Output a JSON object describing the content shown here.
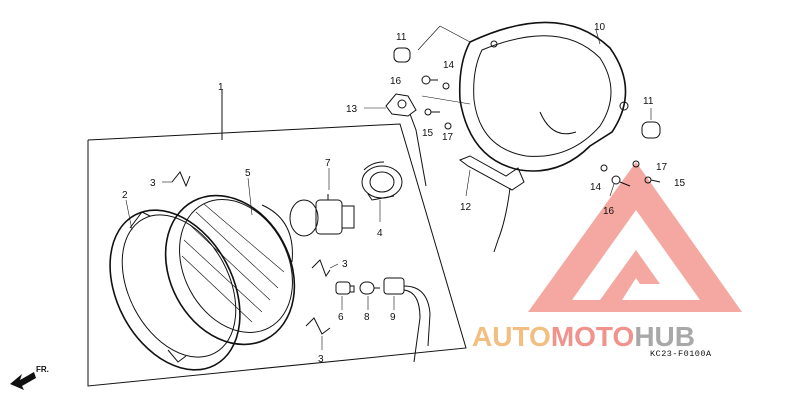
{
  "callouts": [
    {
      "id": "c1",
      "text": "1"
    },
    {
      "id": "c2",
      "text": "2"
    },
    {
      "id": "c3a",
      "text": "3"
    },
    {
      "id": "c3b",
      "text": "3"
    },
    {
      "id": "c3c",
      "text": "3"
    },
    {
      "id": "c4",
      "text": "4"
    },
    {
      "id": "c5",
      "text": "5"
    },
    {
      "id": "c6",
      "text": "6"
    },
    {
      "id": "c7",
      "text": "7"
    },
    {
      "id": "c8",
      "text": "8"
    },
    {
      "id": "c9",
      "text": "9"
    },
    {
      "id": "c10",
      "text": "10"
    },
    {
      "id": "c11a",
      "text": "11"
    },
    {
      "id": "c11b",
      "text": "11"
    },
    {
      "id": "c12",
      "text": "12"
    },
    {
      "id": "c13",
      "text": "13"
    },
    {
      "id": "c14a",
      "text": "14"
    },
    {
      "id": "c14b",
      "text": "14"
    },
    {
      "id": "c15a",
      "text": "15"
    },
    {
      "id": "c15b",
      "text": "15"
    },
    {
      "id": "c16a",
      "text": "16"
    },
    {
      "id": "c16b",
      "text": "16"
    },
    {
      "id": "c17a",
      "text": "17"
    },
    {
      "id": "c17b",
      "text": "17"
    }
  ],
  "diagram_code": "KC23-F0100A",
  "direction_label": "FR.",
  "watermark": {
    "part1": "AUTO",
    "part2": "MOTO",
    "part3": "HUB",
    "colors": {
      "auto": "#f2b46a",
      "moto": "#ef7f7a",
      "hub": "#9a9a9a",
      "triangle": "#f28b82"
    }
  }
}
